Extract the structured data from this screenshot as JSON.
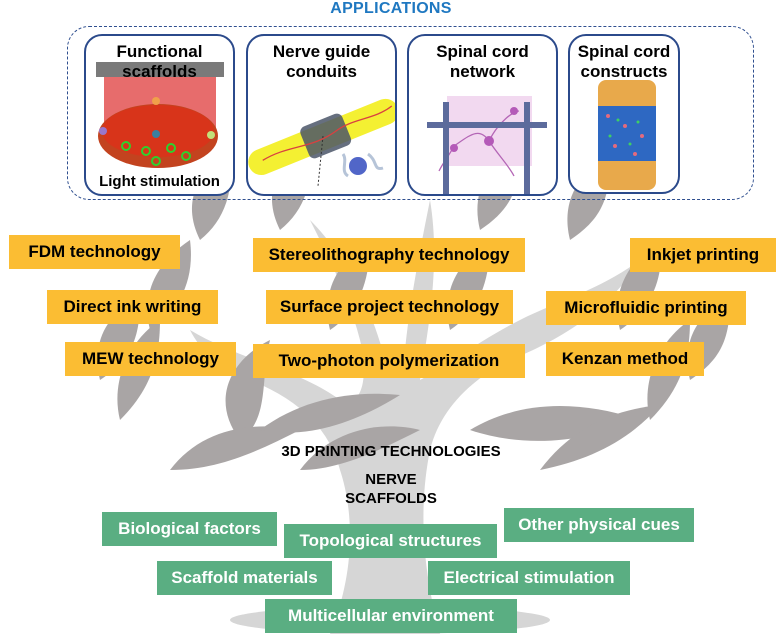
{
  "applications": {
    "heading": "APPLICATIONS",
    "cards": [
      {
        "title_line1": "Functional",
        "title_line2": "scaffolds",
        "subtitle": "Light stimulation",
        "illustration": "light-stimulated-scaffold"
      },
      {
        "title_line1": "Nerve guide",
        "title_line2": "conduits",
        "illustration": "nerve-conduit"
      },
      {
        "title_line1": "Spinal cord",
        "title_line2": "network",
        "illustration": "neuron-network-grid"
      },
      {
        "title_line1": "Spinal cord",
        "title_line2": "constructs",
        "illustration": "spinal-cord-construct"
      }
    ]
  },
  "technologies": {
    "heading": "3D PRINTING TECHNOLOGIES",
    "items": [
      "FDM technology",
      "Stereolithography technology",
      "Inkjet printing",
      "Direct ink writing",
      "Surface project technology",
      "Microfluidic printing",
      "MEW technology",
      "Two-photon polymerization",
      "Kenzan method"
    ]
  },
  "nerve_scaffolds": {
    "heading_line1": "NERVE",
    "heading_line2": "SCAFFOLDS",
    "items": [
      "Biological factors",
      "Topological structures",
      "Other physical cues",
      "Scaffold materials",
      "Electrical stimulation",
      "Multicellular environment"
    ]
  },
  "colors": {
    "heading_blue": "#1f78c1",
    "card_border": "#2b4a8b",
    "technology_tag": "#fbbd33",
    "scaffold_tag": "#5aae82",
    "tree_dark": "#a9a5a5",
    "tree_light": "#d6d6d6"
  }
}
